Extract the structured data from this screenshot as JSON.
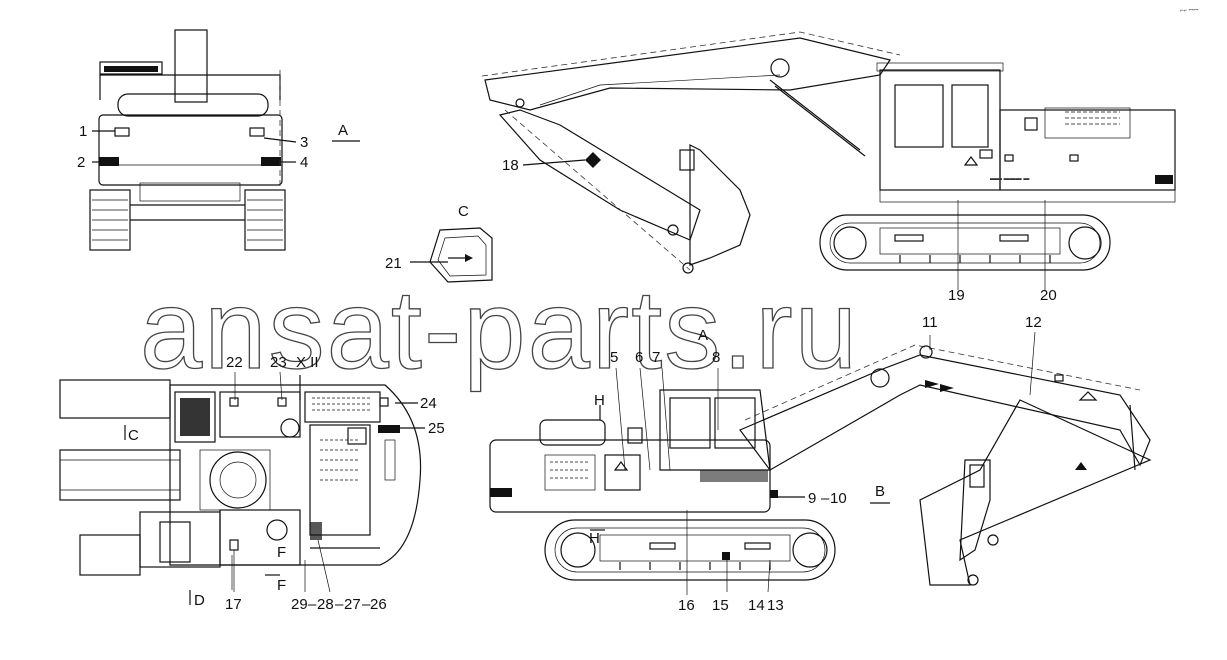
{
  "watermark": "ansat-parts.ru",
  "corner_mark": "⌐⌐ ꟷꟷ",
  "view_letters": {
    "a1": "A",
    "b": "B",
    "c": "C",
    "d": "D",
    "h": "H",
    "f": "F",
    "a2": "A",
    "xii": "X II"
  },
  "callouts": {
    "c1": "1",
    "c2": "2",
    "c3": "3",
    "c4": "4",
    "c5": "5",
    "c6": "6",
    "c7": "7",
    "c8": "8",
    "c9_10": "9",
    "c10": "10",
    "c11": "11",
    "c12": "12",
    "c13": "13",
    "c14": "14",
    "c15": "15",
    "c16": "16",
    "c17": "17",
    "c18": "18",
    "c19": "19",
    "c20": "20",
    "c21": "21",
    "c22": "22",
    "c23": "23",
    "c24": "24",
    "c25": "25",
    "c26": "26",
    "c27": "27",
    "c28": "28",
    "c29": "29"
  }
}
